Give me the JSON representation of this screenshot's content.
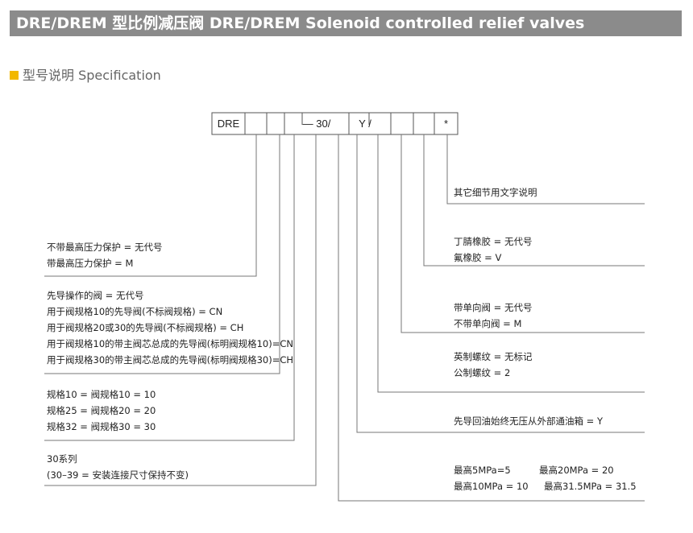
{
  "header": {
    "title": "DRE/DREM  型比例减压阀  DRE/DREM Solenoid controlled relief valves"
  },
  "section": {
    "title": "型号说明  Specification"
  },
  "code": {
    "c1": "DRE",
    "c4": "— 30/",
    "c5": "Y /",
    "c9": "*"
  },
  "left": {
    "b1": [
      "不带最高压力保护 = 无代号",
      "带最高压力保护 = M"
    ],
    "b2": [
      "先导操作的阀 = 无代号",
      "用于阀规格10的先导阀(不标阀规格) = CN",
      "用于阀规格20或30的先导阀(不标阀规格) = CH",
      "用于阀规格10的带主阀芯总成的先导阀(标明阀规格10)=CN",
      "用于阀规格30的带主阀芯总成的先导阀(标明阀规格30)=CH"
    ],
    "b3": [
      "规格10 = 阀规格10 = 10",
      "规格25 = 阀规格20 = 20",
      "规格32 = 阀规格30 = 30"
    ],
    "b4": [
      "30系列",
      "(30–39 = 安装连接尺寸保持不变)"
    ]
  },
  "right": {
    "r1": [
      "其它细节用文字说明"
    ],
    "r2": [
      "丁腈橡胶 = 无代号",
      "氟橡胶 = V"
    ],
    "r3": [
      "带单向阀 = 无代号",
      "不带单向阀 = M"
    ],
    "r4": [
      "英制螺纹 = 无标记",
      "公制螺纹 = 2"
    ],
    "r5": [
      "先导回油始终无压从外部通油箱 = Y"
    ],
    "r6": [
      "最高5MPa=5",
      "最高20MPa = 20",
      "最高10MPa = 10",
      "最高31.5MPa = 31.5"
    ]
  }
}
